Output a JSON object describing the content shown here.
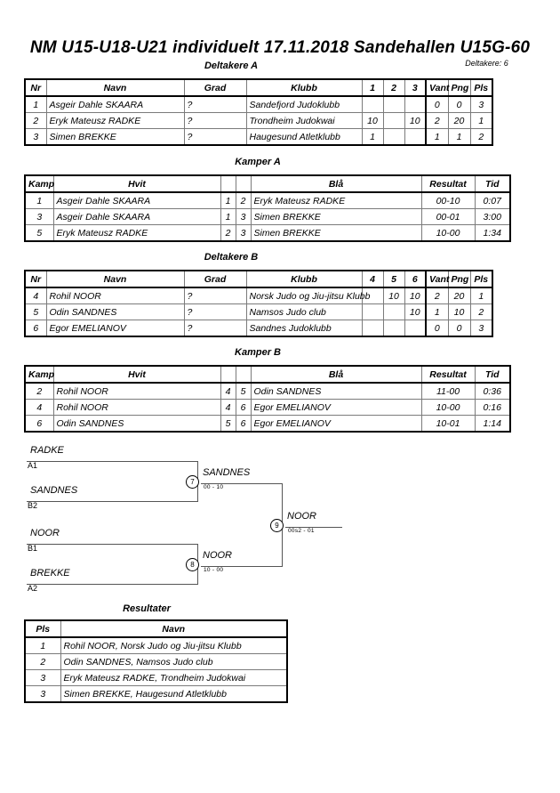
{
  "header": {
    "title": "NM U15-U18-U21 individuelt  17.11.2018  Sandehallen   U15G-60",
    "participants_label": "Deltakere: 6"
  },
  "sections": {
    "pool_a_title": "Deltakere A",
    "matches_a_title": "Kamper A",
    "pool_b_title": "Deltakere B",
    "matches_b_title": "Kamper B",
    "results_title": "Resultater"
  },
  "pool_a": {
    "headers": {
      "nr": "Nr",
      "navn": "Navn",
      "grad": "Grad",
      "klubb": "Klubb",
      "m1": "1",
      "m2": "2",
      "m3": "3",
      "vant": "Vant",
      "png": "Png",
      "pls": "Pls"
    },
    "rows": [
      {
        "nr": "1",
        "navn": "Asgeir Dahle SKAARA",
        "grad": "?",
        "klubb": "Sandefjord Judoklubb",
        "m1": "",
        "m2": "",
        "m3": "",
        "vant": "0",
        "png": "0",
        "pls": "3"
      },
      {
        "nr": "2",
        "navn": "Eryk Mateusz RADKE",
        "grad": "?",
        "klubb": "Trondheim Judokwai",
        "m1": "10",
        "m2": "",
        "m3": "10",
        "vant": "2",
        "png": "20",
        "pls": "1"
      },
      {
        "nr": "3",
        "navn": "Simen BREKKE",
        "grad": "?",
        "klubb": "Haugesund Atletklubb",
        "m1": "1",
        "m2": "",
        "m3": "",
        "vant": "1",
        "png": "1",
        "pls": "2"
      }
    ]
  },
  "matches_a": {
    "headers": {
      "kamp": "Kamp",
      "hvit": "Hvit",
      "hvit_nr": "",
      "bla_nr": "",
      "bla": "Blå",
      "resultat": "Resultat",
      "tid": "Tid"
    },
    "rows": [
      {
        "kamp": "1",
        "hvit": "Asgeir Dahle SKAARA",
        "hvit_nr": "1",
        "bla_nr": "2",
        "bla": "Eryk Mateusz RADKE",
        "resultat": "00-10",
        "tid": "0:07"
      },
      {
        "kamp": "3",
        "hvit": "Asgeir Dahle SKAARA",
        "hvit_nr": "1",
        "bla_nr": "3",
        "bla": "Simen BREKKE",
        "resultat": "00-01",
        "tid": "3:00"
      },
      {
        "kamp": "5",
        "hvit": "Eryk Mateusz RADKE",
        "hvit_nr": "2",
        "bla_nr": "3",
        "bla": "Simen BREKKE",
        "resultat": "10-00",
        "tid": "1:34"
      }
    ]
  },
  "pool_b": {
    "headers": {
      "nr": "Nr",
      "navn": "Navn",
      "grad": "Grad",
      "klubb": "Klubb",
      "m4": "4",
      "m5": "5",
      "m6": "6",
      "vant": "Vant",
      "png": "Png",
      "pls": "Pls"
    },
    "rows": [
      {
        "nr": "4",
        "navn": "Rohil NOOR",
        "grad": "?",
        "klubb": "Norsk Judo og Jiu-jitsu Klubb",
        "m4": "",
        "m5": "10",
        "m6": "10",
        "vant": "2",
        "png": "20",
        "pls": "1"
      },
      {
        "nr": "5",
        "navn": "Odin SANDNES",
        "grad": "?",
        "klubb": "Namsos Judo club",
        "m4": "",
        "m5": "",
        "m6": "10",
        "vant": "1",
        "png": "10",
        "pls": "2"
      },
      {
        "nr": "6",
        "navn": "Egor EMELIANOV",
        "grad": "?",
        "klubb": "Sandnes Judoklubb",
        "m4": "",
        "m5": "",
        "m6": "",
        "vant": "0",
        "png": "0",
        "pls": "3"
      }
    ]
  },
  "matches_b": {
    "headers": {
      "kamp": "Kamp",
      "hvit": "Hvit",
      "hvit_nr": "",
      "bla_nr": "",
      "bla": "Blå",
      "resultat": "Resultat",
      "tid": "Tid"
    },
    "rows": [
      {
        "kamp": "2",
        "hvit": "Rohil NOOR",
        "hvit_nr": "4",
        "bla_nr": "5",
        "bla": "Odin SANDNES",
        "resultat": "11-00",
        "tid": "0:36"
      },
      {
        "kamp": "4",
        "hvit": "Rohil NOOR",
        "hvit_nr": "4",
        "bla_nr": "6",
        "bla": "Egor EMELIANOV",
        "resultat": "10-00",
        "tid": "0:16"
      },
      {
        "kamp": "6",
        "hvit": "Odin SANDNES",
        "hvit_nr": "5",
        "bla_nr": "6",
        "bla": "Egor EMELIANOV",
        "resultat": "10-01",
        "tid": "1:14"
      }
    ]
  },
  "bracket": {
    "entrants": [
      {
        "name": "RADKE",
        "seed": "A1"
      },
      {
        "name": "SANDNES",
        "seed": "B2"
      },
      {
        "name": "NOOR",
        "seed": "B1"
      },
      {
        "name": "BREKKE",
        "seed": "A2"
      }
    ],
    "matches": [
      {
        "number": "7",
        "winner": "SANDNES",
        "score": "00 - 10"
      },
      {
        "number": "8",
        "winner": "NOOR",
        "score": "10 - 00"
      },
      {
        "number": "9",
        "winner": "NOOR",
        "score": "00s2 - 01"
      }
    ]
  },
  "results": {
    "headers": {
      "pls": "Pls",
      "navn": "Navn"
    },
    "rows": [
      {
        "pls": "1",
        "navn": "Rohil NOOR, Norsk Judo og Jiu-jitsu Klubb"
      },
      {
        "pls": "2",
        "navn": "Odin SANDNES, Namsos Judo club"
      },
      {
        "pls": "3",
        "navn": "Eryk Mateusz RADKE, Trondheim Judokwai"
      },
      {
        "pls": "3",
        "navn": "Simen BREKKE, Haugesund Atletklubb"
      }
    ]
  }
}
